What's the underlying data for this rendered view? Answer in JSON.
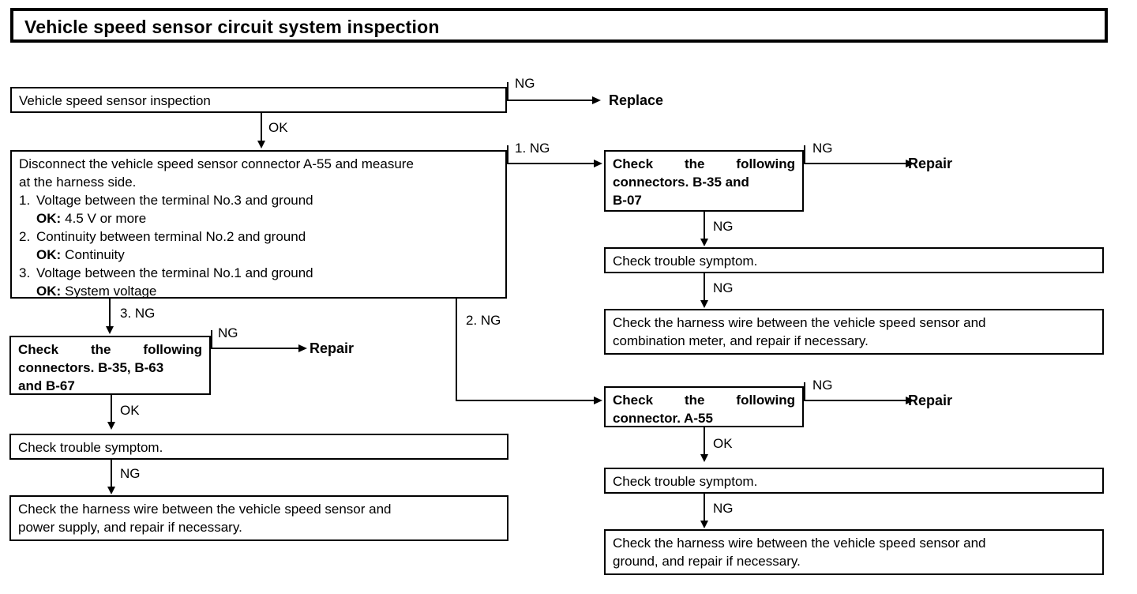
{
  "document": {
    "title": "Vehicle speed sensor circuit system inspection"
  },
  "flow": {
    "step_sensor_inspection": "Vehicle speed sensor inspection",
    "replace_label": "Repair",
    "replace_top_label": "Replace",
    "disconnect": {
      "intro_line1": "Disconnect the vehicle speed sensor connector A-55 and measure",
      "intro_line2": "at the harness side.",
      "items": [
        {
          "index": "1.",
          "text": "Voltage between the terminal No.3 and ground",
          "ok_label": "OK:",
          "ok_value": "4.5 V or more"
        },
        {
          "index": "2.",
          "text": "Continuity between terminal No.2 and ground",
          "ok_label": "OK:",
          "ok_value": "Continuity"
        },
        {
          "index": "3.",
          "text": "Voltage between the terminal No.1 and ground",
          "ok_label": "OK:",
          "ok_value": "System voltage"
        }
      ]
    },
    "connectors_b35_b07": {
      "line1": "Check the following",
      "line2": "connectors.  B-35  and",
      "line3": "B-07"
    },
    "connectors_b35_b63_b67": {
      "line1": "Check the following",
      "line2": "connectors. B-35, B-63",
      "line3": "and B-67"
    },
    "connector_a55": {
      "line1": "Check the following",
      "line2": "connector. A-55"
    },
    "trouble_symptom_right_top": "Check trouble symptom.",
    "trouble_symptom_right_bottom": "Check trouble symptom.",
    "trouble_symptom_left": "Check trouble symptom.",
    "harness_combination_meter": {
      "line1": "Check the harness wire between the vehicle speed sensor and",
      "line2": "combination meter, and repair if necessary."
    },
    "harness_power_supply": {
      "line1": "Check the harness wire between the vehicle speed sensor and",
      "line2": "power supply, and repair if necessary."
    },
    "harness_ground": {
      "line1": "Check the harness wire between the vehicle speed sensor and",
      "line2": "ground, and repair if necessary."
    },
    "repair_right_top": "Repair",
    "repair_right_bottom": "Repair",
    "repair_left": "Repair",
    "edge_labels": {
      "ng_top": "NG",
      "ok_top": "OK",
      "ng_branch_1": "1.   NG",
      "ng_branch_2": "2.   NG",
      "ng_branch_3": "3.   NG",
      "ng_b35b07_right": "NG",
      "ng_b35b07_down": "NG",
      "ng_sym_right_top": "NG",
      "ng_b35b63_right": "NG",
      "ok_b35b63_down": "OK",
      "ng_sym_left": "NG",
      "ng_a55_right": "NG",
      "ok_a55_down": "OK",
      "ng_sym_right_bottom": "NG"
    }
  },
  "colors": {
    "ink": "#000000",
    "paper": "#ffffff"
  }
}
